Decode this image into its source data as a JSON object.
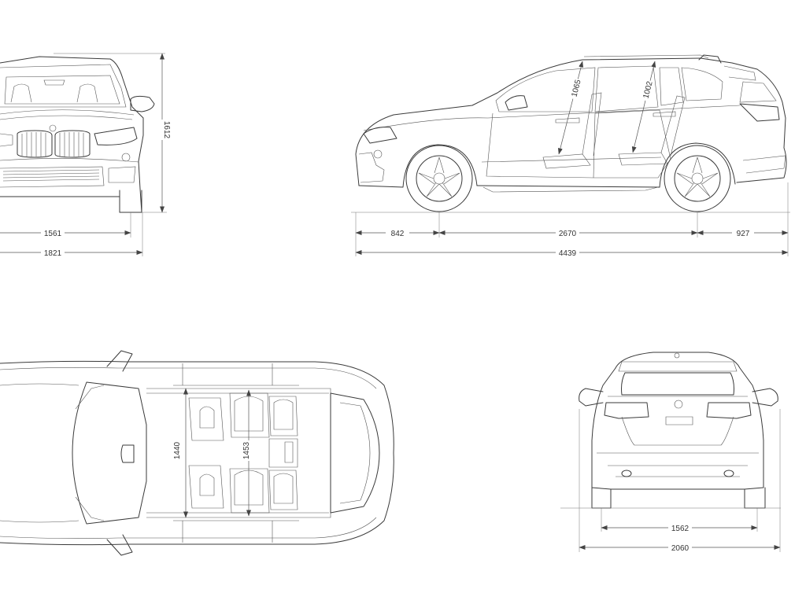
{
  "front_view": {
    "height": "1612",
    "track": "1561",
    "width": "1821"
  },
  "side_view": {
    "front_headroom": "1065",
    "rear_headroom": "1002",
    "front_overhang": "842",
    "wheelbase": "2670",
    "rear_overhang": "927",
    "length": "4439"
  },
  "top_view": {
    "front_shoulder": "1440",
    "rear_shoulder": "1453"
  },
  "rear_view": {
    "track": "1562",
    "width_mirrors": "2060"
  }
}
